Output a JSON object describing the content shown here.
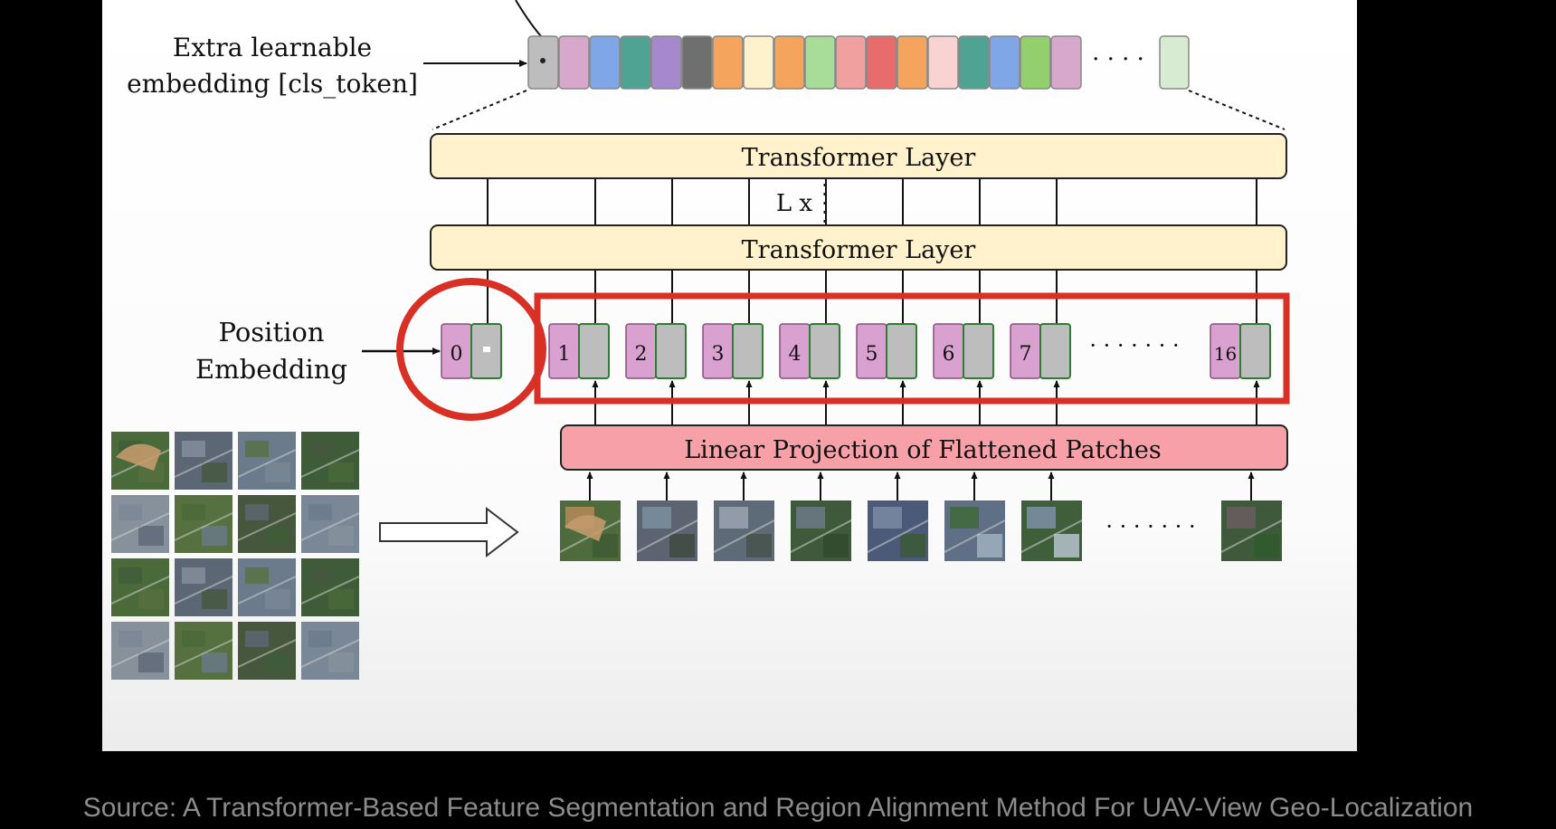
{
  "diagram": {
    "extra_embedding_label_line1": "Extra learnable",
    "extra_embedding_label_line2": "embedding [cls_token]",
    "transformer_layer_top": "Transformer Layer",
    "repeat_label": "L x",
    "transformer_layer_bottom": "Transformer Layer",
    "position_embedding_line1": "Position",
    "position_embedding_line2": "Embedding",
    "linear_projection_label": "Linear Projection of Flattened Patches",
    "position_indices": [
      "0",
      "1",
      "2",
      "3",
      "4",
      "5",
      "6",
      "7",
      "16"
    ],
    "token_ellipsis": "· · · ·",
    "position_ellipsis": "· · · · · · ·",
    "patch_ellipsis": "· · · · · · ·"
  },
  "colors": {
    "transformer_fill": "#fff2cc",
    "projection_fill": "#f8a0a8",
    "position_fill": "#d9a1cf",
    "patch_embed_fill": "#bdbdbd",
    "highlight_red": "#d93025",
    "token_colors": [
      "#bdbdbd",
      "#d8a8cc",
      "#7fa6e6",
      "#4fa393",
      "#a688cc",
      "#6f6f6f",
      "#f5a45e",
      "#fdf2cc",
      "#f5a45e",
      "#a7dc99",
      "#f1a0a0",
      "#e86c6c",
      "#f5a45e",
      "#f9d2d2",
      "#4fa393",
      "#7fa6e6",
      "#94cf6e",
      "#d8a8cc",
      "#d7ead2"
    ]
  },
  "caption": "Source: A Transformer-Based Feature Segmentation and Region Alignment Method For UAV-View Geo-Localization"
}
